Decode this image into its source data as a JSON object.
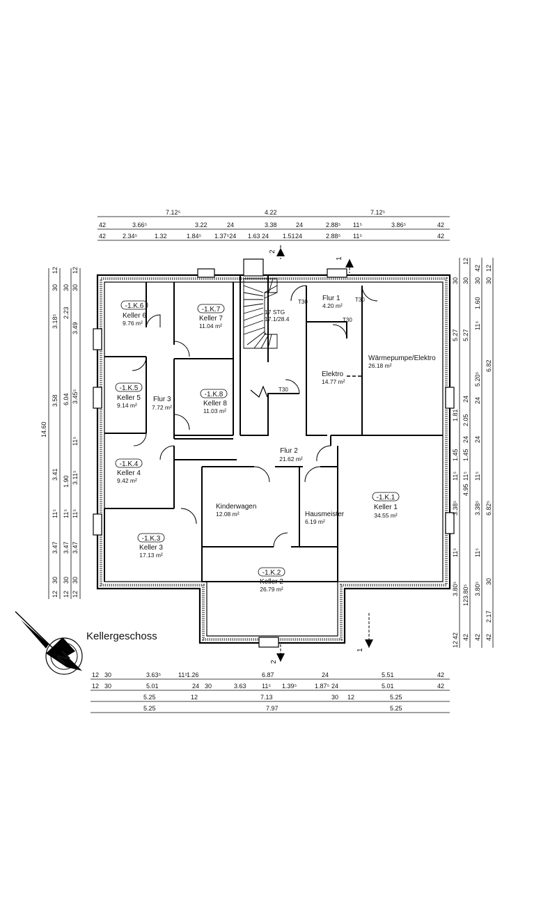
{
  "plan": {
    "title": "Kellergeschoss",
    "section_markers": {
      "marker_2": "2",
      "marker_1": "1"
    },
    "stair": {
      "count": "17 STG",
      "ratio": "17.1/28.4"
    },
    "door_labels": {
      "t30": "T30"
    },
    "rooms": [
      {
        "id": "keller6",
        "tag": "-1.K.6",
        "name": "Keller 6",
        "area": "9.76 m²"
      },
      {
        "id": "keller7",
        "tag": "-1.K.7",
        "name": "Keller 7",
        "area": "11.04 m²"
      },
      {
        "id": "keller5",
        "tag": "-1.K.5",
        "name": "Keller 5",
        "area": "9.14 m²"
      },
      {
        "id": "keller8",
        "tag": "-1.K.8",
        "name": "Keller 8",
        "area": "11.03 m²"
      },
      {
        "id": "keller4",
        "tag": "-1.K.4",
        "name": "Keller 4",
        "area": "9.42 m²"
      },
      {
        "id": "keller3",
        "tag": "-1.K.3",
        "name": "Keller 3",
        "area": "17.13 m²"
      },
      {
        "id": "keller2",
        "tag": "-1.K.2",
        "name": "Keller 2",
        "area": "26.79 m²"
      },
      {
        "id": "keller1",
        "tag": "-1.K.1",
        "name": "Keller 1",
        "area": "34.55 m²"
      },
      {
        "id": "flur3",
        "tag": "",
        "name": "Flur 3",
        "area": "7.72 m²"
      },
      {
        "id": "flur2",
        "tag": "",
        "name": "Flur 2",
        "area": "21.62 m²"
      },
      {
        "id": "flur1",
        "tag": "",
        "name": "Flur 1",
        "area": "4.20 m²"
      },
      {
        "id": "elektro",
        "tag": "",
        "name": "Elektro",
        "area": "14.77 m²"
      },
      {
        "id": "waerme",
        "tag": "",
        "name": "Wärmepumpe/Elektro",
        "area": "26.18 m²"
      },
      {
        "id": "kinderwagen",
        "tag": "",
        "name": "Kinderwagen",
        "area": "12.08 m²"
      },
      {
        "id": "hausmeister",
        "tag": "",
        "name": "Hausmeister",
        "area": "6.19 m²"
      }
    ],
    "dimensions": {
      "top_row1": [
        "7.12⁵",
        "4.22",
        "7.12⁵"
      ],
      "top_row2": [
        "42",
        "3.66⁵",
        "3.22",
        "24",
        "3.38",
        "24",
        "2.88⁵",
        "11⁵",
        "3.86⁵",
        "42"
      ],
      "top_row3": [
        "42",
        "2.34⁵",
        "1.32",
        "1.84⁵",
        "1.37⁵24",
        "1.63",
        "24",
        "1.51",
        "24",
        "2.88⁵",
        "11⁵",
        "42"
      ],
      "bottom_row1": [
        "12",
        "30",
        "3.63⁵",
        "11⁵",
        "1.26",
        "6.87",
        "24",
        "5.51",
        "42"
      ],
      "bottom_row2": [
        "12",
        "30",
        "5.01",
        "24",
        "30",
        "3.63",
        "11⁵",
        "1.39⁵",
        "1.87⁵",
        "24",
        "5.01",
        "42"
      ],
      "bottom_row3": [
        "5.25",
        "12",
        "7.13",
        "30",
        "12",
        "5.25"
      ],
      "bottom_row4": [
        "5.25",
        "7.97",
        "5.25"
      ],
      "left_overall": "14.60",
      "left_col1": [
        "12",
        "30",
        "3.18⁵",
        "3.58",
        "3.41",
        "11⁵",
        "3.47",
        "30",
        "12"
      ],
      "left_col2": [
        "30",
        "2.23",
        "6.04",
        "1.90",
        "11⁵",
        "3.47",
        "30",
        "12"
      ],
      "left_col3": [
        "12",
        "30",
        "3.49",
        "3.45⁵",
        "11⁵",
        "3.11⁵",
        "11⁵",
        "3.47",
        "30",
        "12"
      ],
      "right_col1": [
        "30",
        "5.27",
        "1.81",
        "1.45",
        "11⁵",
        "3.38⁵",
        "11⁵",
        "3.80⁵",
        "42",
        "12"
      ],
      "right_col2": [
        "12",
        "30",
        "5.27",
        "24",
        "2.05",
        "24",
        "1.45",
        "11⁵",
        "4.95",
        "3.80⁵",
        "12",
        "42"
      ],
      "right_col3": [
        "42",
        "30",
        "1.60",
        "11⁵",
        "5.20⁵",
        "24",
        "24",
        "11⁵",
        "3.38⁵",
        "11⁵",
        "3.80⁵",
        "42"
      ],
      "right_col4": [
        "12",
        "30",
        "6.82",
        "6.82⁵",
        "30",
        "2.17",
        "42"
      ]
    }
  }
}
